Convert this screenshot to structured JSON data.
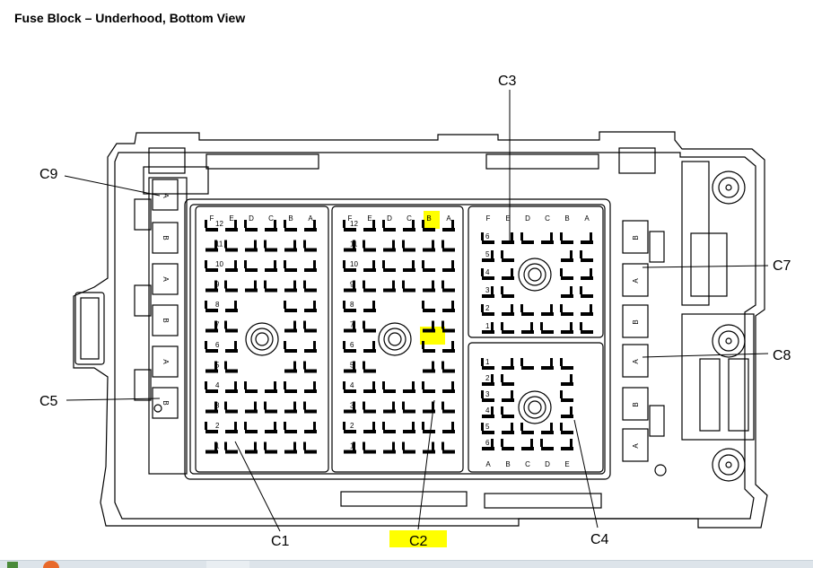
{
  "title": "Fuse Block – Underhood, Bottom View",
  "callouts": {
    "c1": "C1",
    "c2": "C2",
    "c3": "C3",
    "c4": "C4",
    "c5": "C5",
    "c7": "C7",
    "c8": "C8",
    "c9": "C9"
  },
  "highlight_color": "#ffff00",
  "c1": {
    "columns": [
      "F",
      "E",
      "D",
      "C",
      "B",
      "A"
    ],
    "rows": [
      "12",
      "11",
      "10",
      "9",
      "8",
      "7",
      "6",
      "5",
      "4",
      "3",
      "2",
      "1"
    ]
  },
  "c2": {
    "columns": [
      "F",
      "E",
      "D",
      "C",
      "B",
      "A"
    ],
    "rows": [
      "12",
      "11",
      "10",
      "9",
      "8",
      "7",
      "6",
      "5",
      "4",
      "3",
      "2",
      "1"
    ]
  },
  "c3": {
    "columns": [
      "F",
      "E",
      "D",
      "C",
      "B",
      "A"
    ],
    "rows": [
      "6",
      "5",
      "4",
      "3",
      "2",
      "1"
    ]
  },
  "c4": {
    "columns": [
      "A",
      "B",
      "C",
      "D",
      "E"
    ],
    "rows": [
      "1",
      "2",
      "3",
      "4",
      "5",
      "6"
    ]
  },
  "side_connector_pins": {
    "a": "A",
    "b": "B"
  }
}
